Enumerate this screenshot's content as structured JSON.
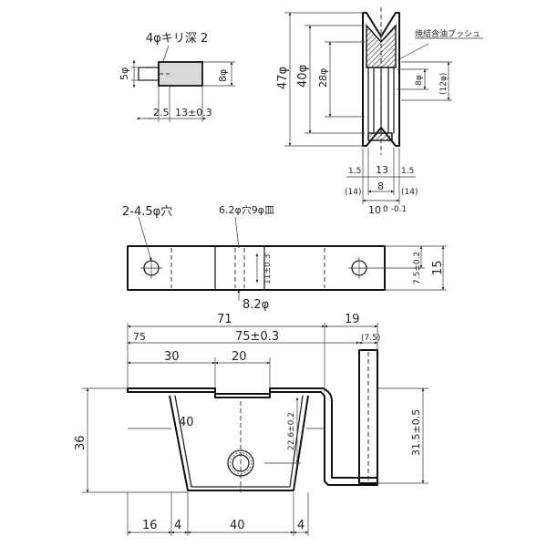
{
  "labels": {
    "pin_note": "4φキリ深 2",
    "pin_height": "5φ",
    "pin_dia": "8φ",
    "pin_len_a": "2.5",
    "pin_len_b": "13±0.3",
    "bush_note": "焼結含油ブッシュ",
    "bush_47": "47φ",
    "bush_40": "40φ",
    "bush_28": "28φ",
    "bush_8": "8φ",
    "bush_12": "(12φ)",
    "bush_15l": "1.5",
    "bush_13": "13",
    "bush_15r": "1.5",
    "bush_14l": "(14)",
    "bush_8w": "8",
    "bush_14r": "(14)",
    "bush_10": "10",
    "bush_10tol": "0 -0.1",
    "bracket_holes": "2-4.5φ穴",
    "bracket_slot": "6.2φ穴9φ皿",
    "bracket_11": "11±0.3",
    "bracket_75": "7.5±0.2",
    "bracket_15": "15",
    "bracket_8": "8.2φ",
    "front_71": "71",
    "front_19": "19",
    "front_75a": "75",
    "front_75b": "75±0.3",
    "front_75c": "(7.5)",
    "front_30": "30",
    "front_20": "20",
    "front_36": "36",
    "front_40": "40",
    "front_226": "22.6±0.2",
    "front_315": "31.5±0.5",
    "front_16": "16",
    "front_4a": "4",
    "front_40b": "40",
    "front_4b": "4"
  }
}
